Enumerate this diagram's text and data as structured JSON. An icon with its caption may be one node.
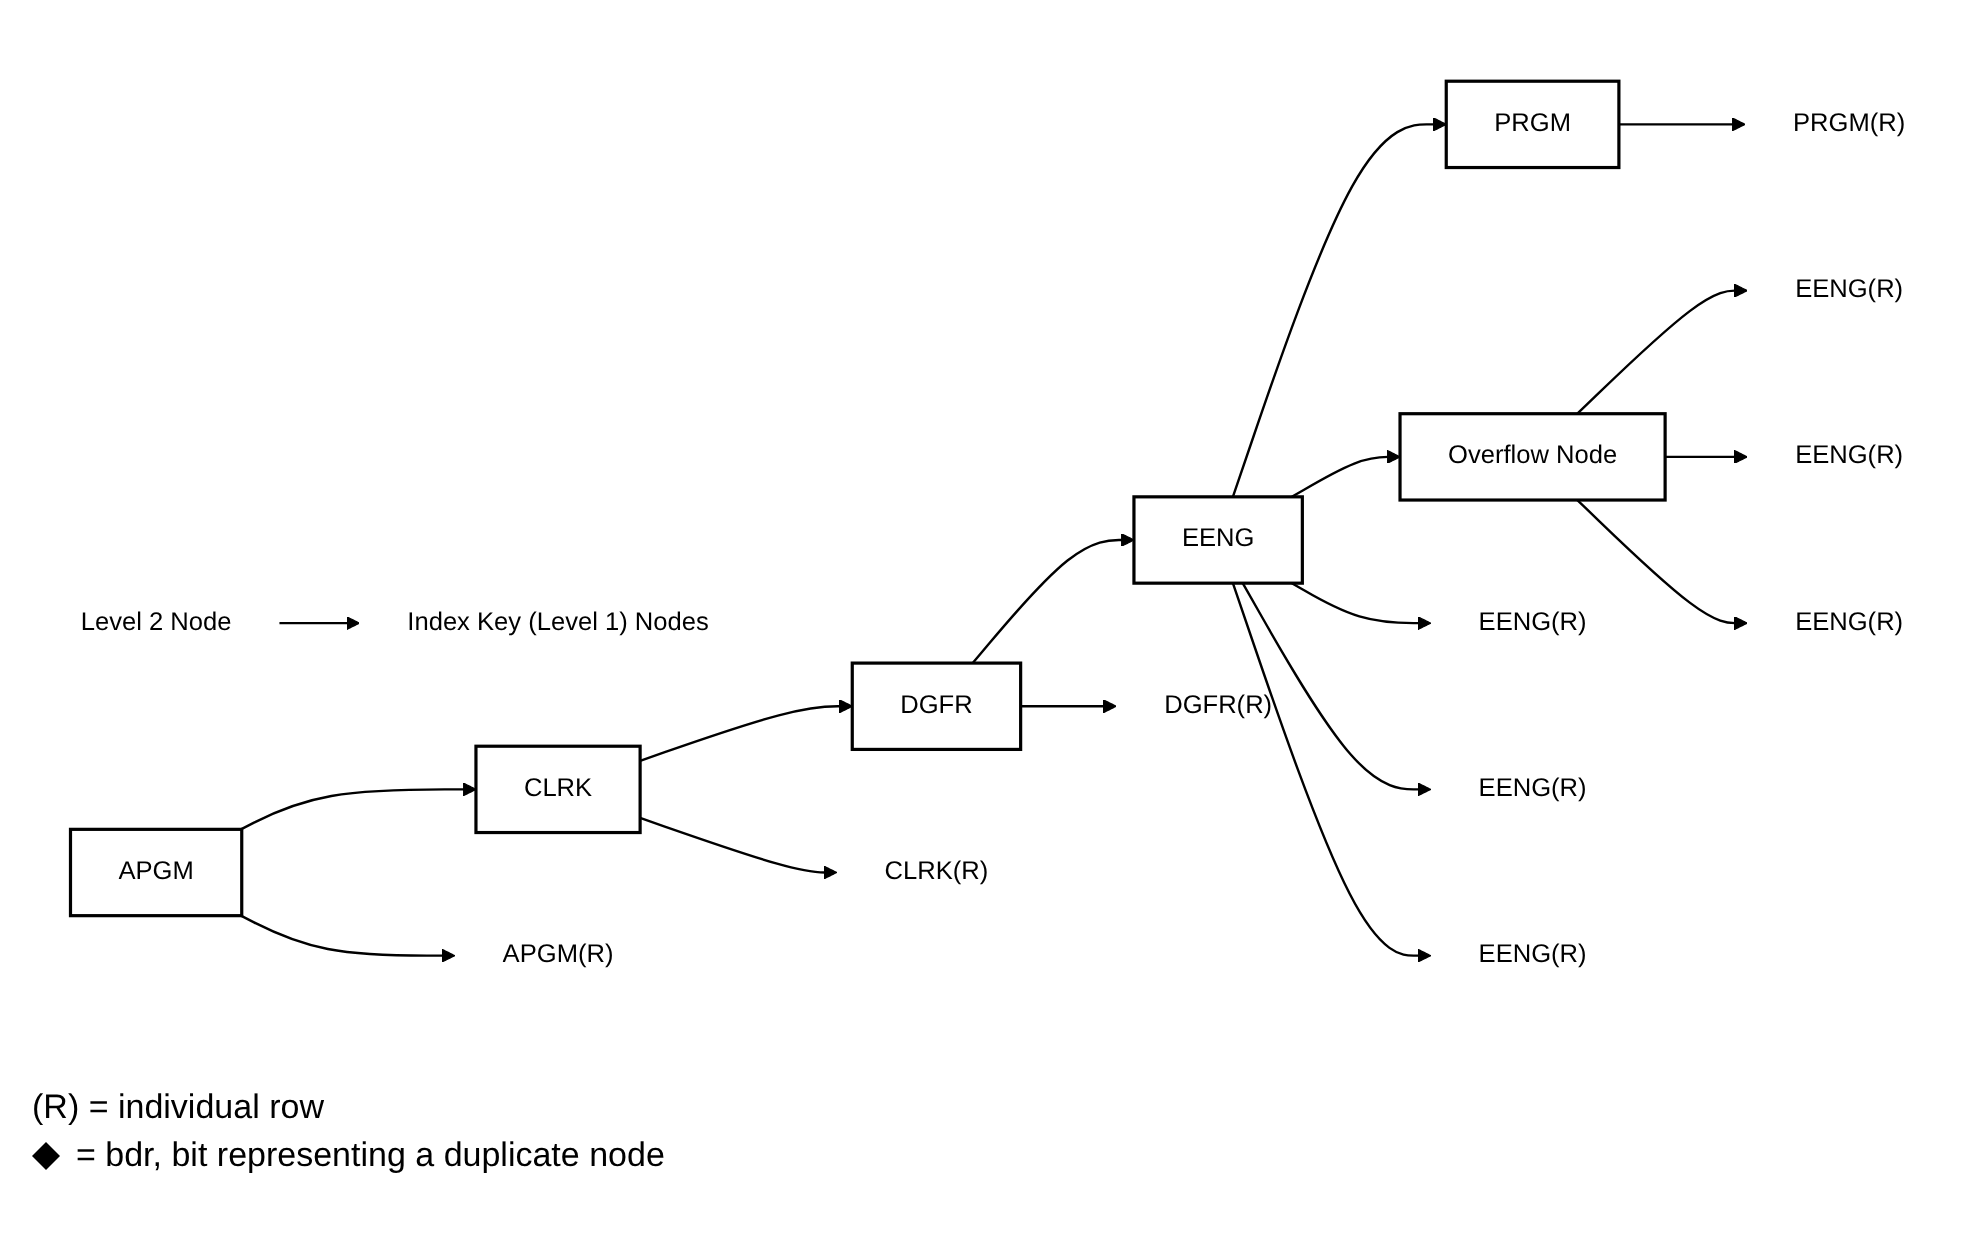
{
  "diagram": {
    "nodes": [
      {
        "text": [
          "Level 2 Node"
        ]
      },
      {
        "text": [
          "Index Key (Level 1) Nodes"
        ]
      },
      {
        "text": [
          "APGM"
        ]
      },
      {
        "text": [
          "CLRK"
        ]
      },
      {
        "text": [
          "DGFR"
        ]
      },
      {
        "text": [
          "EENG"
        ]
      },
      {
        "text": [
          "Overflow Node"
        ]
      },
      {
        "text": [
          "PRGM"
        ]
      },
      {
        "text": [
          "APGM(R)"
        ]
      },
      {
        "text": [
          "CLRK(R)"
        ]
      },
      {
        "text": [
          "DGFR(R)"
        ]
      },
      {
        "text": [
          "EENG(R)"
        ]
      },
      {
        "text": [
          "EENG(R)"
        ]
      },
      {
        "text": [
          "EENG(R)"
        ]
      },
      {
        "text": [
          "EENG(R)"
        ]
      },
      {
        "text": [
          "EENG(R)"
        ]
      },
      {
        "text": [
          "EENG(R)"
        ]
      },
      {
        "text": [
          "PRGM(R)"
        ]
      }
    ],
    "edges": [
      {
        "from": 0,
        "to": 1,
        "arrow": "to"
      },
      {
        "from": 2,
        "to": 3,
        "arrow": "to"
      },
      {
        "from": 3,
        "to": 4,
        "arrow": "to"
      },
      {
        "from": 4,
        "to": 5,
        "arrow": "to"
      },
      {
        "from": 5,
        "to": 7,
        "arrow": "to"
      },
      {
        "from": 5,
        "to": 6,
        "arrow": "to"
      },
      {
        "from": 2,
        "to": 8,
        "arrow": "to"
      },
      {
        "from": 3,
        "to": 9,
        "arrow": "to"
      },
      {
        "from": 4,
        "to": 10,
        "arrow": "to"
      },
      {
        "from": 5,
        "to": 11,
        "arrow": "to"
      },
      {
        "from": 5,
        "to": 12,
        "arrow": "to"
      },
      {
        "from": 5,
        "to": 13,
        "arrow": "to"
      },
      {
        "from": 6,
        "to": 14,
        "arrow": "to"
      },
      {
        "from": 6,
        "to": 15,
        "arrow": "to"
      },
      {
        "from": 6,
        "to": 16,
        "arrow": "to"
      },
      {
        "from": 7,
        "to": 17,
        "arrow": "to"
      }
    ],
    "labels": [
      "(R) = individual row"
    ],
    "legend": [
      {
        "text": "= bdr, bit representing a duplicate node"
      }
    ]
  }
}
